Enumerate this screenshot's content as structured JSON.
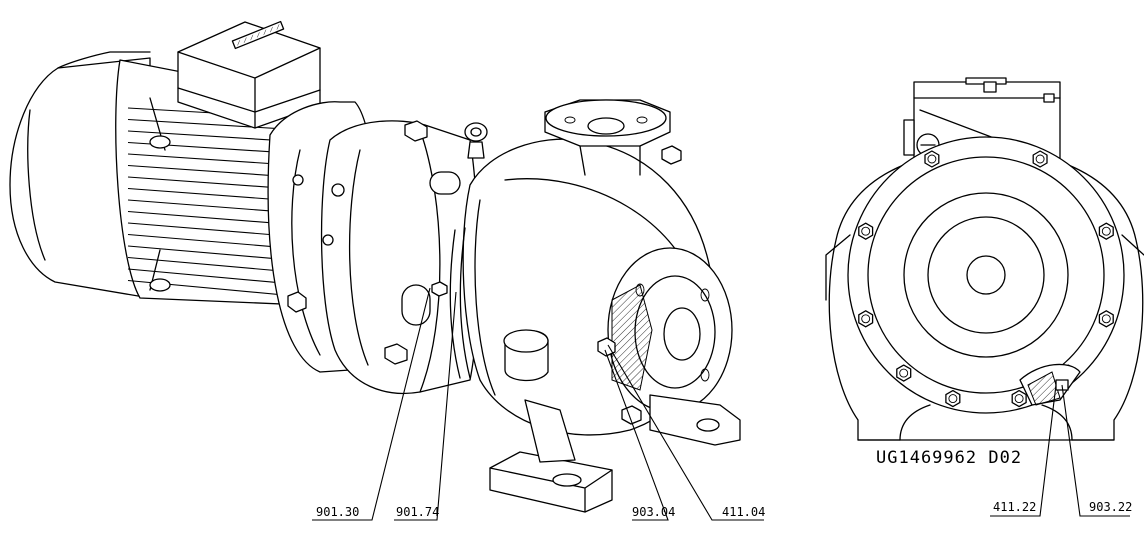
{
  "drawing_number": "UG1469962 D02",
  "callouts": [
    {
      "id": "c1",
      "text": "901.30"
    },
    {
      "id": "c2",
      "text": "901.74"
    },
    {
      "id": "c3",
      "text": "903.04"
    },
    {
      "id": "c4",
      "text": "411.04"
    },
    {
      "id": "c5",
      "text": "411.22"
    },
    {
      "id": "c6",
      "text": "903.22"
    }
  ],
  "icons": {
    "pump_side_view": "pump-side-view-icon",
    "pump_end_view": "pump-end-view-icon"
  }
}
